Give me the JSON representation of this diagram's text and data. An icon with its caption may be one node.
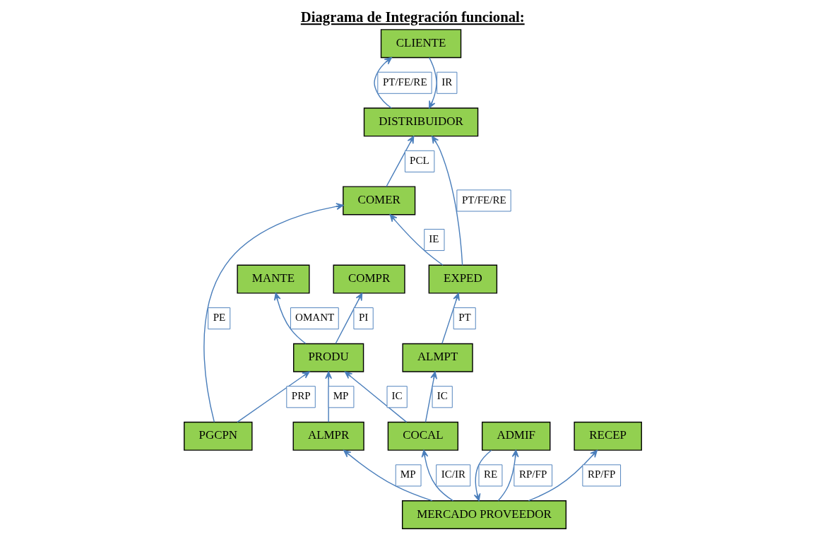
{
  "diagram": {
    "title": "Diagrama de Integración funcional:",
    "nodes": [
      {
        "text": [
          "EXPED"
        ]
      },
      {
        "text": [
          "DISTRIBUIDOR"
        ]
      },
      {
        "text": [
          "CLIENTE"
        ]
      },
      {
        "text": [
          "ALMPT"
        ]
      },
      {
        "text": [
          "COMER"
        ]
      },
      {
        "text": [
          "PGCPN"
        ]
      },
      {
        "text": [
          "COCAL"
        ]
      },
      {
        "text": [
          "PRODU"
        ]
      },
      {
        "text": [
          "MANTE"
        ]
      },
      {
        "text": [
          "COMPR"
        ]
      },
      {
        "text": [
          "ALMPR"
        ]
      },
      {
        "text": [
          "MERCADO PROVEEDOR"
        ]
      },
      {
        "text": [
          "ADMIF"
        ]
      },
      {
        "text": [
          "RECEP"
        ]
      }
    ],
    "edges": [
      {
        "from": 0,
        "to": 1,
        "arrow": "to",
        "label": "PT/FE/RE"
      },
      {
        "from": 0,
        "to": 4,
        "arrow": "to",
        "label": "IE"
      },
      {
        "from": 1,
        "to": 2,
        "arrow": "to",
        "label": "PT/FE/RE"
      },
      {
        "from": 2,
        "to": 1,
        "arrow": "to",
        "label": "IR"
      },
      {
        "from": 3,
        "to": 0,
        "arrow": "to",
        "label": "PT"
      },
      {
        "from": 4,
        "to": 1,
        "arrow": "to",
        "label": "PCL"
      },
      {
        "from": 5,
        "to": 4,
        "arrow": "to",
        "label": "PE"
      },
      {
        "from": 5,
        "to": 7,
        "arrow": "to",
        "label": "PRP"
      },
      {
        "from": 6,
        "to": 3,
        "arrow": "to",
        "label": "IC"
      },
      {
        "from": 6,
        "to": 7,
        "arrow": "to",
        "label": "IC"
      },
      {
        "from": 7,
        "to": 8,
        "arrow": "to",
        "label": "OMANT"
      },
      {
        "from": 7,
        "to": 9,
        "arrow": "to",
        "label": "PI"
      },
      {
        "from": 10,
        "to": 7,
        "arrow": "to",
        "label": "MP"
      },
      {
        "from": 11,
        "to": 6,
        "arrow": "to",
        "label": "IC/IR"
      },
      {
        "from": 11,
        "to": 10,
        "arrow": "to",
        "label": "MP"
      },
      {
        "from": 11,
        "to": 12,
        "arrow": "to",
        "label": "RP/FP"
      },
      {
        "from": 12,
        "to": 11,
        "arrow": "to",
        "label": "RE"
      },
      {
        "from": 11,
        "to": 13,
        "arrow": "to",
        "label": "RP/FP"
      }
    ]
  }
}
